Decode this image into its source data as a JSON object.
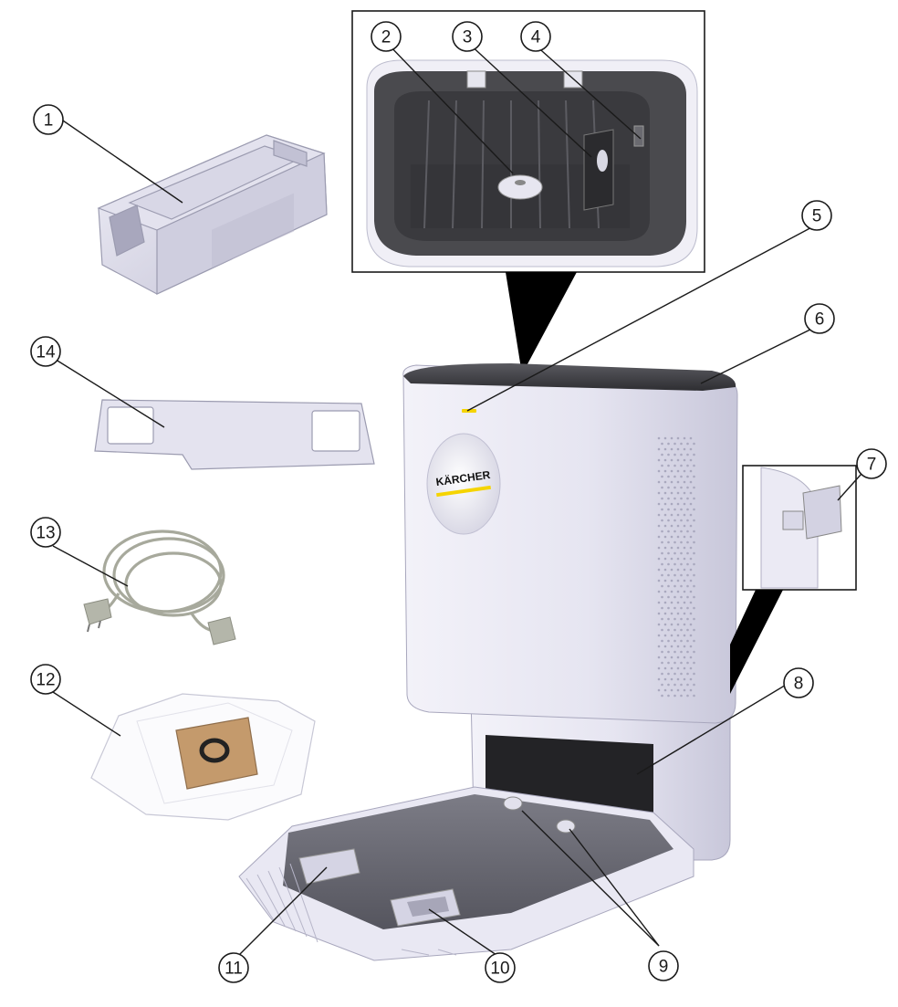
{
  "brand": {
    "logo_text": "KÄRCHER",
    "stripe_color": "#f5d400"
  },
  "colors": {
    "housing": "#e8e7f2",
    "housing_shade": "#c9c8da",
    "dark_interior": "#3a3a3c",
    "line": "#1a1a1a"
  },
  "callouts": [
    {
      "id": "c1",
      "number": "1"
    },
    {
      "id": "c2",
      "number": "2"
    },
    {
      "id": "c3",
      "number": "3"
    },
    {
      "id": "c4",
      "number": "4"
    },
    {
      "id": "c5",
      "number": "5"
    },
    {
      "id": "c6",
      "number": "6"
    },
    {
      "id": "c7",
      "number": "7"
    },
    {
      "id": "c8",
      "number": "8"
    },
    {
      "id": "c9",
      "number": "9"
    },
    {
      "id": "c10",
      "number": "10"
    },
    {
      "id": "c11",
      "number": "11"
    },
    {
      "id": "c12",
      "number": "12"
    },
    {
      "id": "c13",
      "number": "13"
    },
    {
      "id": "c14",
      "number": "14"
    }
  ]
}
